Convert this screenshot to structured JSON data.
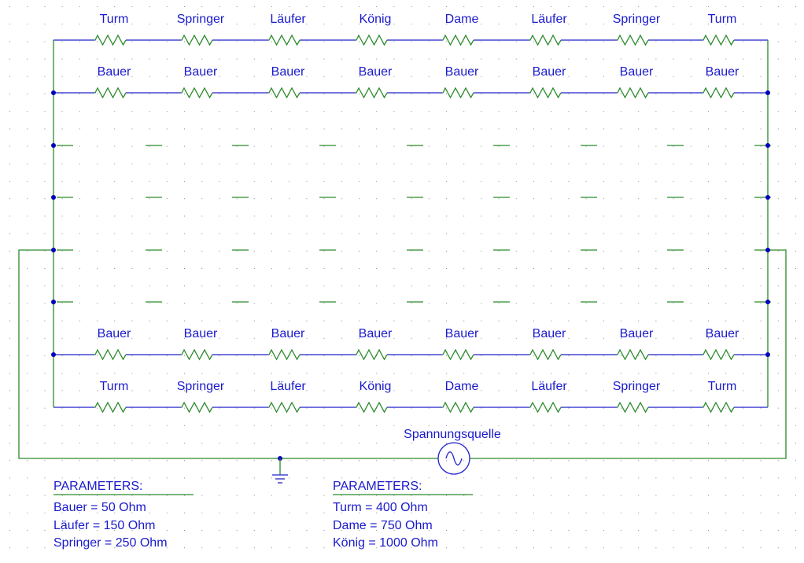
{
  "colors": {
    "wire": "#2a8a2a",
    "label": "#1a1acc",
    "component": "#2222cc",
    "node": "#0000bb",
    "grid": "#8a8a8a"
  },
  "rows": [
    {
      "labels": [
        "Turm",
        "Springer",
        "Läufer",
        "König",
        "Dame",
        "Läufer",
        "Springer",
        "Turm"
      ]
    },
    {
      "labels": [
        "Bauer",
        "Bauer",
        "Bauer",
        "Bauer",
        "Bauer",
        "Bauer",
        "Bauer",
        "Bauer"
      ]
    },
    {
      "labels": []
    },
    {
      "labels": []
    },
    {
      "labels": []
    },
    {
      "labels": []
    },
    {
      "labels": [
        "Bauer",
        "Bauer",
        "Bauer",
        "Bauer",
        "Bauer",
        "Bauer",
        "Bauer",
        "Bauer"
      ]
    },
    {
      "labels": [
        "Turm",
        "Springer",
        "Läufer",
        "König",
        "Dame",
        "Läufer",
        "Springer",
        "Turm"
      ]
    }
  ],
  "source": {
    "label": "Spannungsquelle",
    "icon": "ac-source-icon"
  },
  "ground": {
    "icon": "ground-icon"
  },
  "parameters_left": {
    "title": "PARAMETERS:",
    "lines": [
      "Bauer = 50 Ohm",
      "Läufer = 150 Ohm",
      "Springer = 250 Ohm"
    ]
  },
  "parameters_right": {
    "title": "PARAMETERS:",
    "lines": [
      "Turm = 400 Ohm",
      "Dame = 750 Ohm",
      "König = 1000 Ohm"
    ]
  }
}
